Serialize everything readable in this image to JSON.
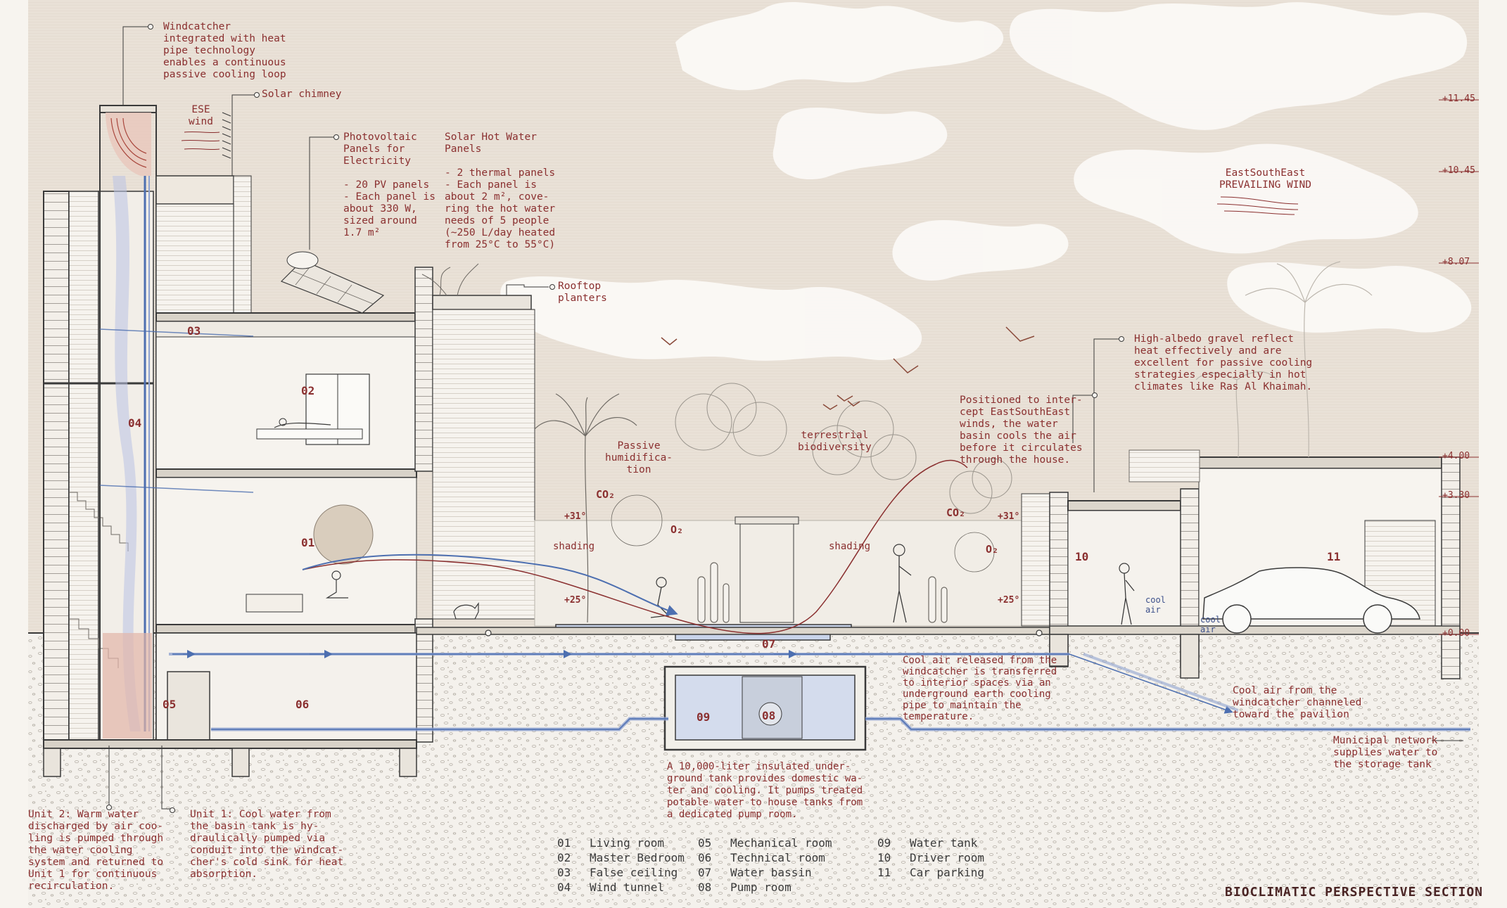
{
  "title": "BIOCLIMATIC PERSPECTIVE SECTION",
  "colors": {
    "accent": "#8a2f2f",
    "water": "#4d6fb0",
    "warm": "#c97a6b",
    "line": "#3a3a3a",
    "ground": "#b8b3ab"
  },
  "annotations": {
    "windcatcher": "Windcatcher\nintegrated with heat\npipe technology\nenables a continuous\npassive cooling loop",
    "solar_chimney": "Solar chimney",
    "ese_wind": "ESE\nwind",
    "pv": "Photovoltaic\nPanels    for\nElectricity\n\n- 20 PV panels\n- Each panel is\nabout 330 W,\nsized around\n1.7 m²",
    "solar_hot_water": "Solar Hot Water\nPanels\n\n- 2 thermal panels\n- Each panel is\nabout 2 m², cove-\nring the hot water\nneeds of 5 people\n(~250 L/day heated\nfrom 25°C to 55°C)",
    "rooftop_planters": "Rooftop\nplanters",
    "prevailing_wind": "EastSouthEast\nPREVAILING WIND",
    "gravel": "High-albedo gravel reflect\nheat effectively and are\nexcellent for passive cooling\nstrategies especially in hot\nclimates like Ras Al Khaimah.",
    "basin": "Positioned to inter-\ncept EastSouthEast\nwinds, the water\nbasin cools the air\nbefore it circulates\nthrough the house.",
    "passive_humidification": "Passive\nhumidifica-\ntion",
    "terrestrial_biodiversity": "terrestrial\nbiodiversity",
    "shading_left": "shading",
    "shading_right": "shading",
    "cool_air_earth": "Cool air released from the\nwindcatcher is transferred\nto interior spaces via an\nunderground earth cooling\npipe to maintain the\ntemperature.",
    "cool_air_pavilion": "Cool air from the\nwindcatcher channeled\ntoward the pavilion",
    "municipal": "Municipal network\nsupplies water to\nthe storage tank",
    "tank": "A 10,000-liter insulated under-\nground tank provides domestic wa-\nter and cooling. It pumps treated\npotable water to house tanks from\na dedicated pump room.",
    "unit2": "Unit 2:  Warm water\ndischarged by air coo-\nling is pumped through\nthe water cooling\nsystem and returned to\nUnit 1 for continuous\nrecirculation.",
    "unit1": "Unit 1: Cool water from\nthe basin tank is hy-\ndraulically pumped via\nconduit into the windcat-\ncher's cold sink for heat\nabsorption.",
    "cool_air_1": "cool\nair",
    "cool_air_2": "cool\nair"
  },
  "levels": [
    "+11.45",
    "+10.45",
    "+8.07",
    "+4.00",
    "+3.30",
    "+0.00"
  ],
  "room_numbers": [
    "01",
    "02",
    "03",
    "04",
    "05",
    "06",
    "07",
    "08",
    "09",
    "10",
    "11"
  ],
  "temperatures": [
    "+31°",
    "+25°",
    "+31°",
    "+25°"
  ],
  "gases": [
    "CO₂",
    "O₂",
    "CO₂",
    "O₂"
  ],
  "legend": [
    {
      "code": "01",
      "name": "Living room"
    },
    {
      "code": "02",
      "name": "Master Bedroom"
    },
    {
      "code": "03",
      "name": "False ceiling"
    },
    {
      "code": "04",
      "name": "Wind tunnel"
    },
    {
      "code": "05",
      "name": "Mechanical room"
    },
    {
      "code": "06",
      "name": "Technical room"
    },
    {
      "code": "07",
      "name": "Water bassin"
    },
    {
      "code": "08",
      "name": "Pump room"
    },
    {
      "code": "09",
      "name": "Water tank"
    },
    {
      "code": "10",
      "name": "Driver room"
    },
    {
      "code": "11",
      "name": "Car parking"
    }
  ]
}
